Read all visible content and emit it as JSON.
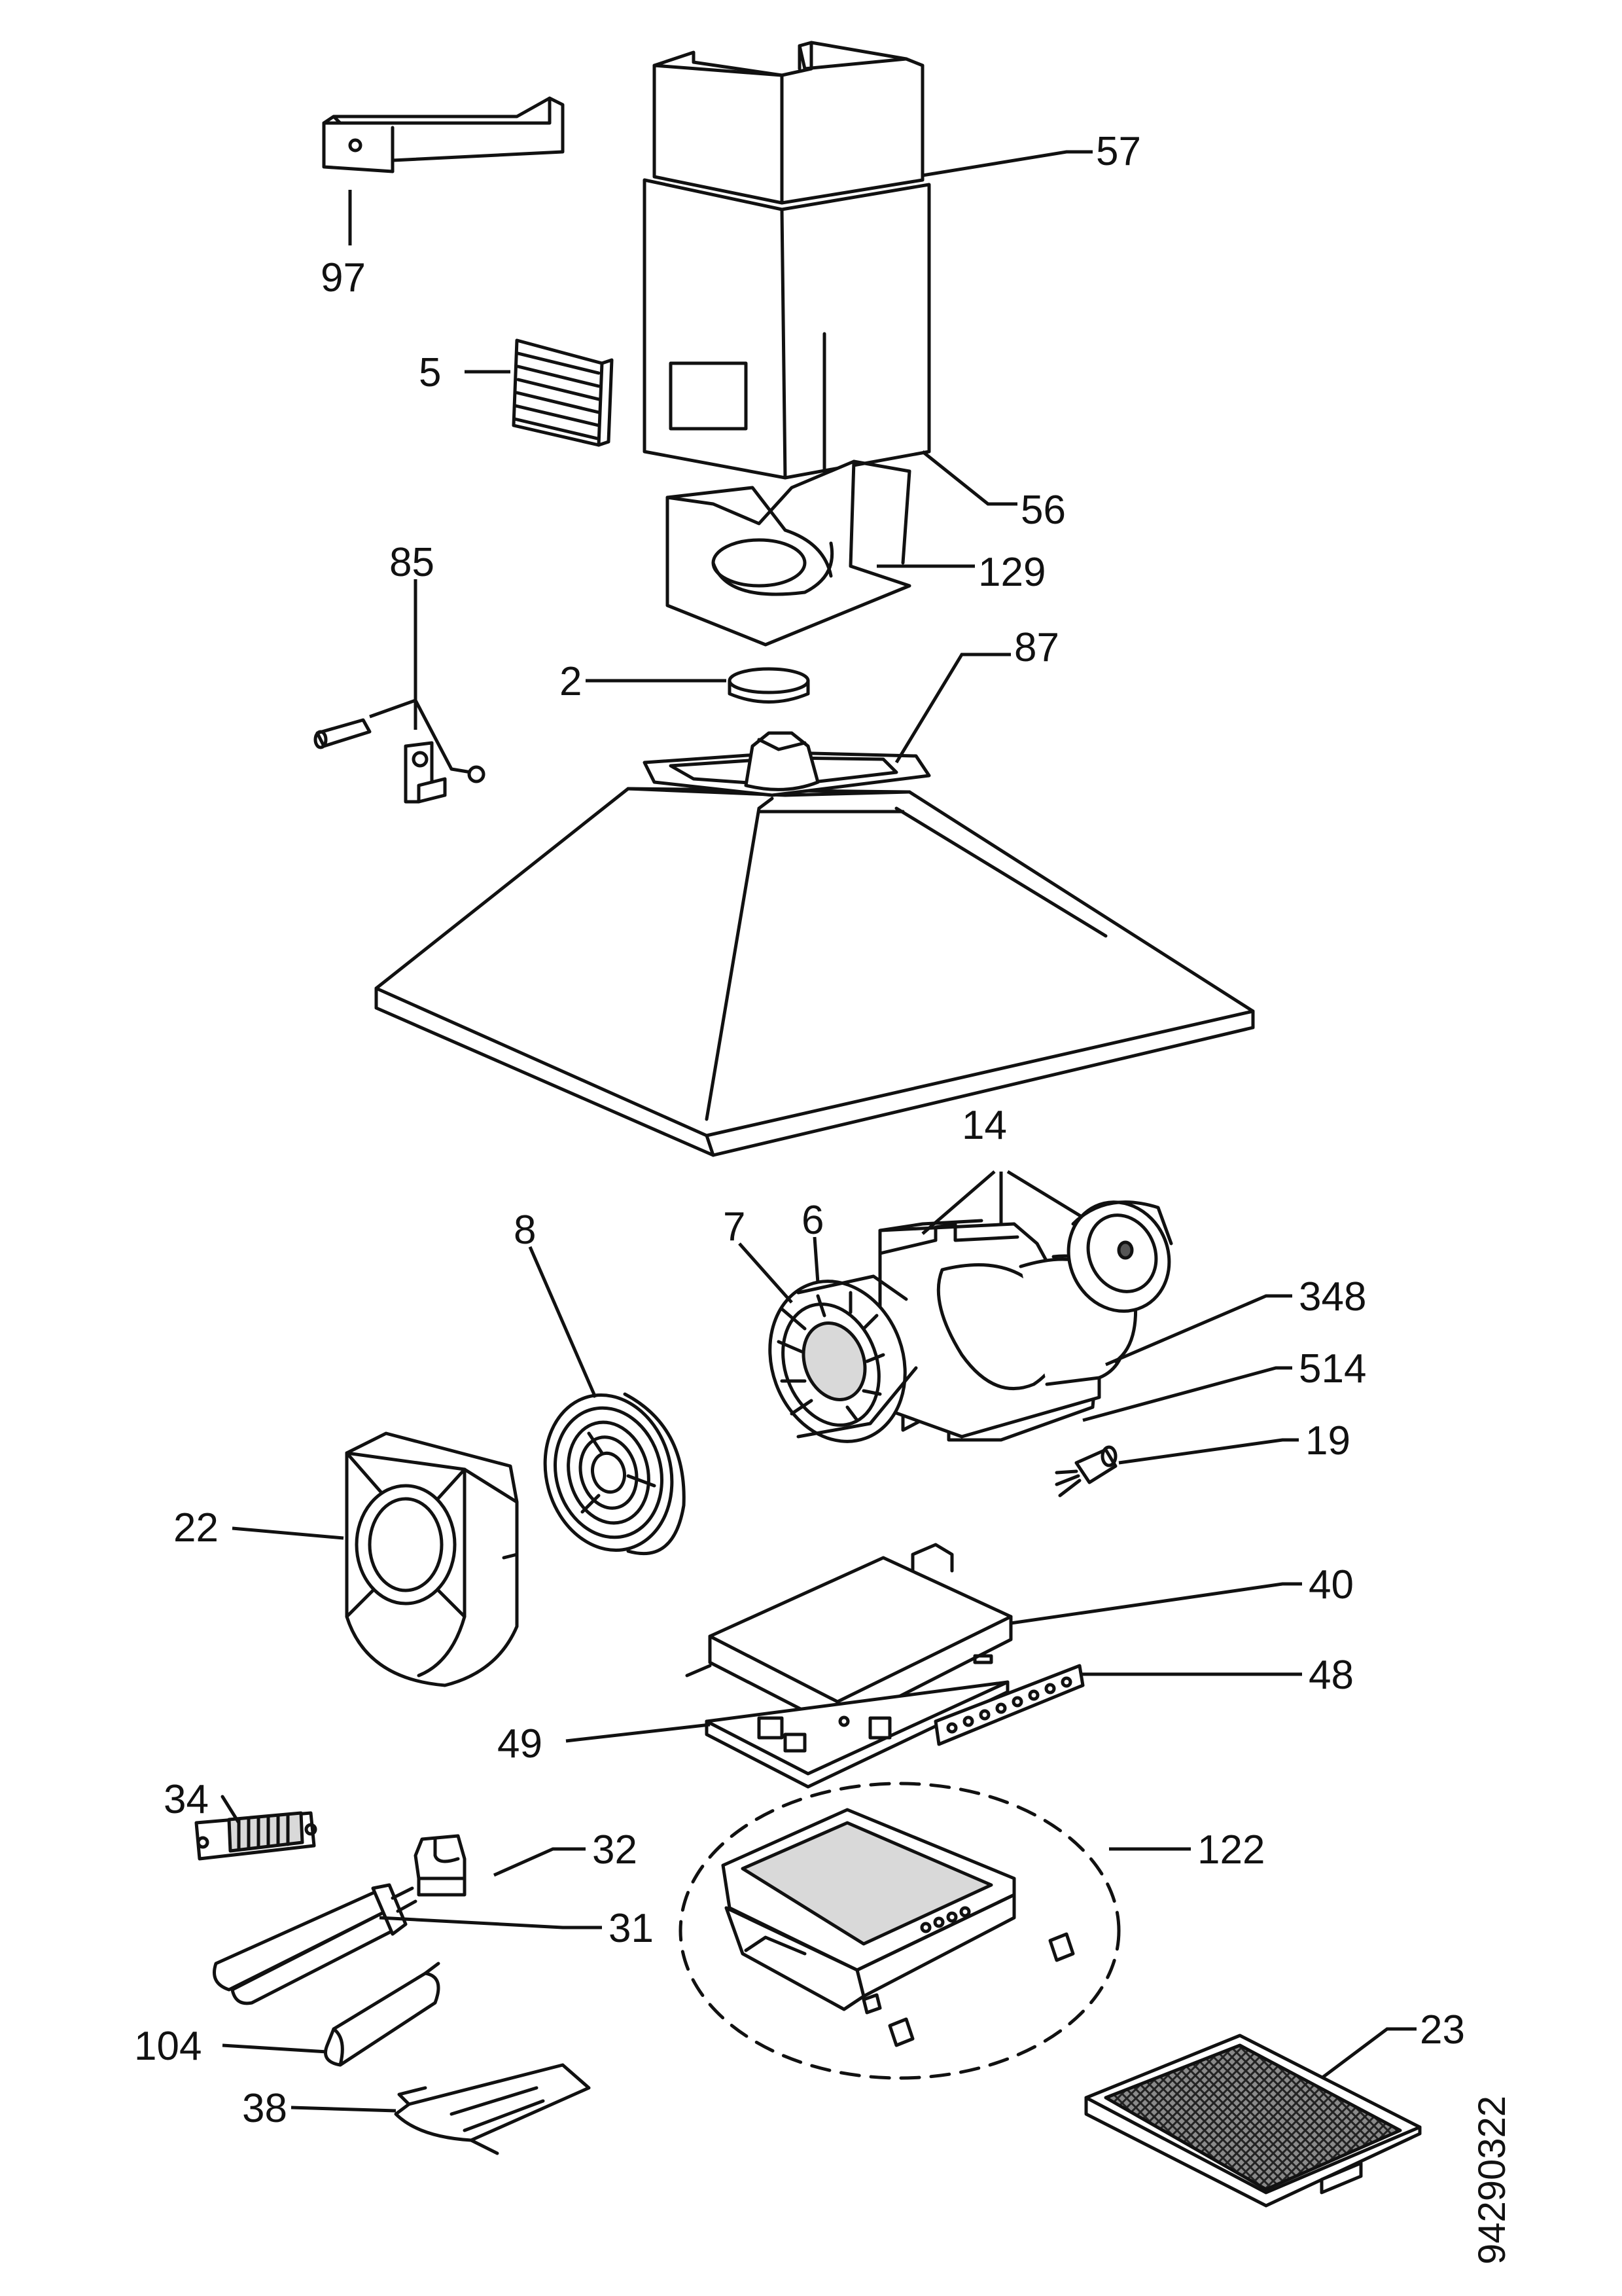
{
  "document_number": "94290322",
  "callouts": [
    {
      "id": "c97",
      "label": "97"
    },
    {
      "id": "c57",
      "label": "57"
    },
    {
      "id": "c5",
      "label": "5"
    },
    {
      "id": "c56",
      "label": "56"
    },
    {
      "id": "c85",
      "label": "85"
    },
    {
      "id": "c129",
      "label": "129"
    },
    {
      "id": "c2",
      "label": "2"
    },
    {
      "id": "c87",
      "label": "87"
    },
    {
      "id": "c14",
      "label": "14"
    },
    {
      "id": "c8",
      "label": "8"
    },
    {
      "id": "c7",
      "label": "7"
    },
    {
      "id": "c6",
      "label": "6"
    },
    {
      "id": "c348",
      "label": "348"
    },
    {
      "id": "c514",
      "label": "514"
    },
    {
      "id": "c19",
      "label": "19"
    },
    {
      "id": "c22",
      "label": "22"
    },
    {
      "id": "c40",
      "label": "40"
    },
    {
      "id": "c48",
      "label": "48"
    },
    {
      "id": "c49",
      "label": "49"
    },
    {
      "id": "c34",
      "label": "34"
    },
    {
      "id": "c32",
      "label": "32"
    },
    {
      "id": "c122",
      "label": "122"
    },
    {
      "id": "c31",
      "label": "31"
    },
    {
      "id": "c104",
      "label": "104"
    },
    {
      "id": "c38",
      "label": "38"
    },
    {
      "id": "c23",
      "label": "23"
    }
  ]
}
